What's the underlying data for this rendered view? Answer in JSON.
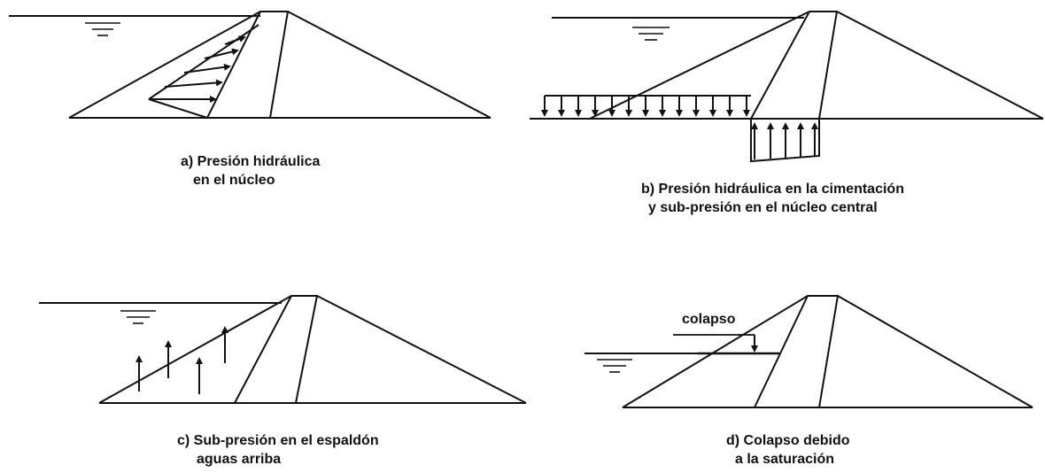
{
  "panels": {
    "a": {
      "caption_line1": "a) Presión hidráulica",
      "caption_line2": "en el núcleo"
    },
    "b": {
      "caption_line1": "b) Presión hidráulica en la cimentación",
      "caption_line2": "y sub-presión en el núcleo central"
    },
    "c": {
      "caption_line1": "c) Sub-presión en el espaldón",
      "caption_line2": "aguas arriba"
    },
    "d": {
      "caption_line1": "d) Colapso debido",
      "caption_line2": "a la saturación",
      "collapse_label": "colapso"
    }
  },
  "colors": {
    "ink": "#111111",
    "background": "#ffffff"
  }
}
